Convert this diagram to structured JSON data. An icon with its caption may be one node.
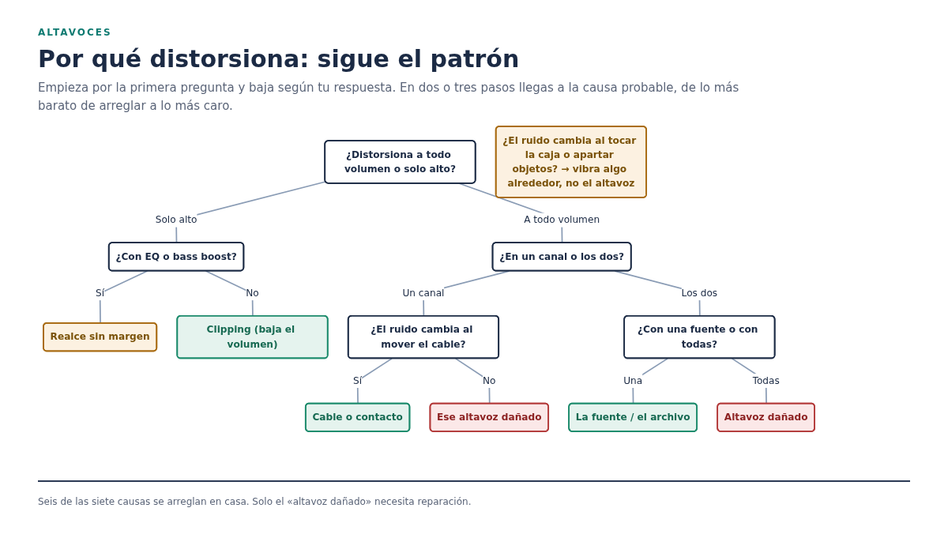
{
  "diagram": {
    "title": "Por qué distorsiona: sigue el patrón",
    "nodes": [
      {
        "text": [
          "¿Distorsiona a todo volumen o solo alto?"
        ]
      },
      {
        "text": [
          "¿Con EQ o bass boost?"
        ]
      },
      {
        "text": [
          "¿En un canal o los dos?"
        ]
      },
      {
        "text": [
          "Realce sin margen"
        ]
      },
      {
        "text": [
          "Clipping (baja el volumen)"
        ]
      },
      {
        "text": [
          "¿El ruido cambia al mover el cable?"
        ]
      },
      {
        "text": [
          "¿Con una fuente o con todas?"
        ]
      },
      {
        "text": [
          "¿El ruido cambia al tocar la caja o apartar objetos? → vibra algo alrededor, no el altavoz"
        ]
      },
      {
        "text": [
          "Cable o contacto"
        ]
      },
      {
        "text": [
          "Ese altavoz dañado"
        ]
      },
      {
        "text": [
          "La fuente / el archivo"
        ]
      },
      {
        "text": [
          "Altavoz dañado"
        ]
      }
    ],
    "edges": [
      {
        "from": 0,
        "to": 1,
        "arrow": "none",
        "label": "Solo alto"
      },
      {
        "from": 0,
        "to": 2,
        "arrow": "none",
        "label": "A todo volumen"
      },
      {
        "from": 1,
        "to": 3,
        "arrow": "none",
        "label": "Sí"
      },
      {
        "from": 1,
        "to": 4,
        "arrow": "none",
        "label": "No"
      },
      {
        "from": 2,
        "to": 5,
        "arrow": "none",
        "label": "Un canal"
      },
      {
        "from": 2,
        "to": 6,
        "arrow": "none",
        "label": "Los dos"
      },
      {
        "from": 5,
        "to": 8,
        "arrow": "none",
        "label": "Sí"
      },
      {
        "from": 5,
        "to": 9,
        "arrow": "none",
        "label": "No"
      },
      {
        "from": 6,
        "to": 10,
        "arrow": "none",
        "label": "Una"
      },
      {
        "from": 6,
        "to": 11,
        "arrow": "none",
        "label": "Todas"
      }
    ],
    "labels": [
      "ALTAVOCES",
      "Empieza por la primera pregunta y baja según tu respuesta. En dos o tres pasos llegas a la causa probable, de lo más barato de arreglar a lo más caro.",
      "Seis de las siete causas se arreglan en casa. Solo el «altavoz dañado» necesita reparación."
    ]
  }
}
